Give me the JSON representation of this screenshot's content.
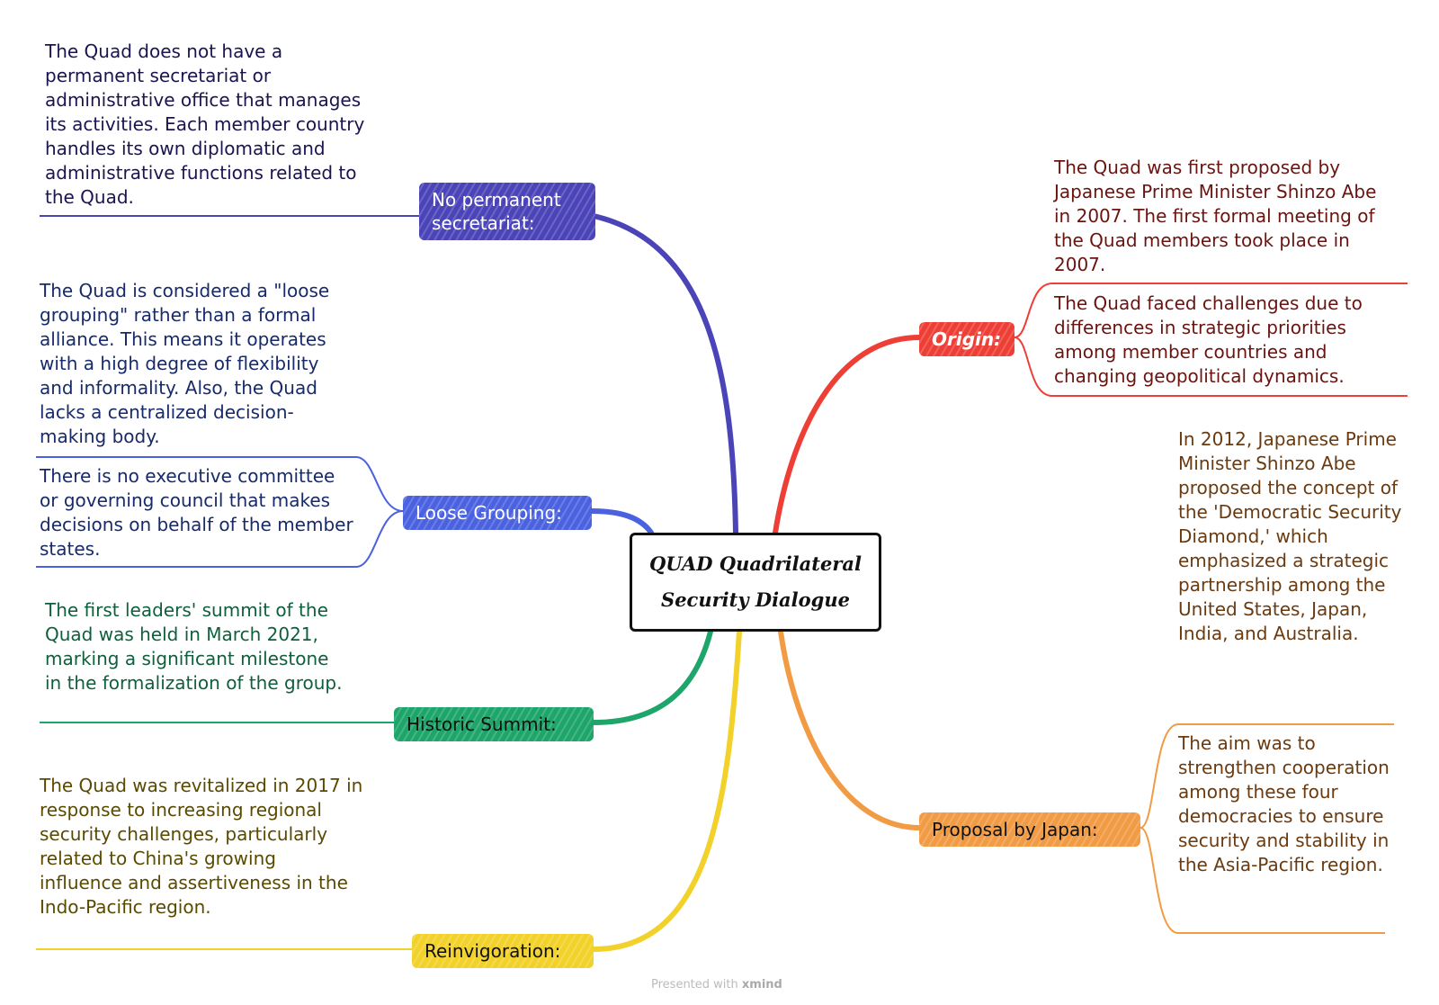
{
  "central": {
    "title": "QUAD Quadrilateral Security Dialogue"
  },
  "branches": {
    "secretariat": {
      "label": "No permanent secretariat:",
      "notes": [
        "The Quad does not have a permanent secretariat or administrative office that manages its activities. Each member country handles its own diplomatic and administrative functions related to the Quad."
      ],
      "color": "#4b43b8"
    },
    "loose": {
      "label": "Loose Grouping:",
      "notes": [
        "The Quad is considered a \"loose grouping\" rather than a formal alliance. This means it operates with a high degree of flexibility and informality.  Also, the Quad lacks a centralized decision-making body.",
        "There is no executive committee or governing council that makes decisions on behalf of the member states."
      ],
      "color": "#4a62e0"
    },
    "summit": {
      "label": "Historic Summit:",
      "notes": [
        "The first leaders' summit of the Quad was held in March 2021, marking a significant milestone in the formalization of the group."
      ],
      "color": "#1ea56a"
    },
    "reinvigoration": {
      "label": "Reinvigoration:",
      "notes": [
        "The Quad was revitalized in 2017 in response to increasing regional security challenges, particularly related to China's growing influence and assertiveness in the Indo-Pacific region."
      ],
      "color": "#f2d22a"
    },
    "origin": {
      "label": "Origin:",
      "notes": [
        "The Quad was first proposed by Japanese Prime Minister Shinzo Abe in 2007. The first formal meeting of the Quad members took place in 2007.",
        "The Quad faced challenges due to differences in strategic priorities among member countries and changing geopolitical dynamics."
      ],
      "color": "#ee3f36"
    },
    "proposal": {
      "label": "Proposal by Japan:",
      "notes": [
        "In 2012, Japanese Prime Minister Shinzo Abe proposed the concept of the 'Democratic Security Diamond,' which emphasized a strategic partnership among the United States, Japan, India, and Australia.",
        "The aim was to strengthen cooperation among these four democracies to ensure security and stability in the Asia-Pacific region."
      ],
      "color": "#f29b45"
    }
  },
  "footer": {
    "prefix": "Presented with",
    "brand": "xmind"
  }
}
